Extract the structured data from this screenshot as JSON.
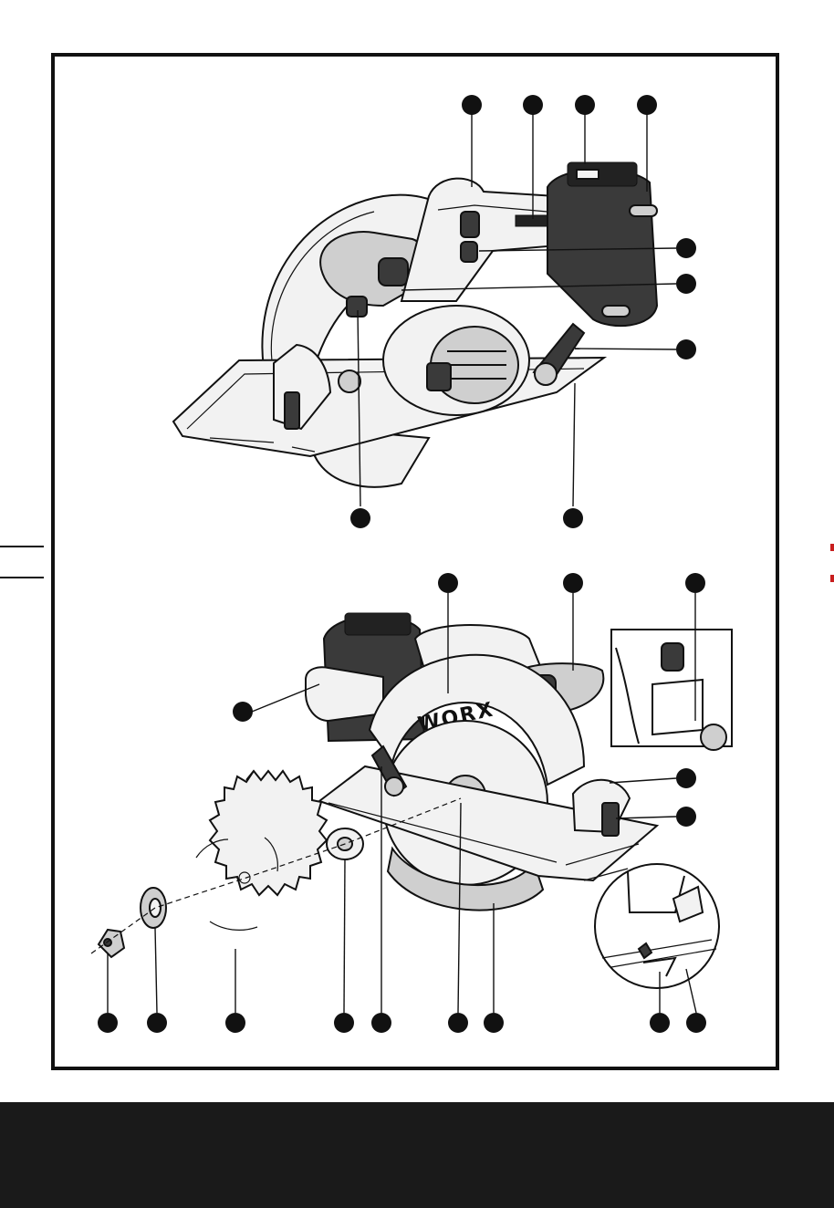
{
  "figure": {
    "logo_text": "WORX",
    "colors": {
      "ink": "#111111",
      "band": "#1a1a1a",
      "accent": "#c81e1e"
    }
  },
  "views": {
    "top": {
      "callout_count": 10
    },
    "bottom": {
      "callout_count": 15
    }
  }
}
